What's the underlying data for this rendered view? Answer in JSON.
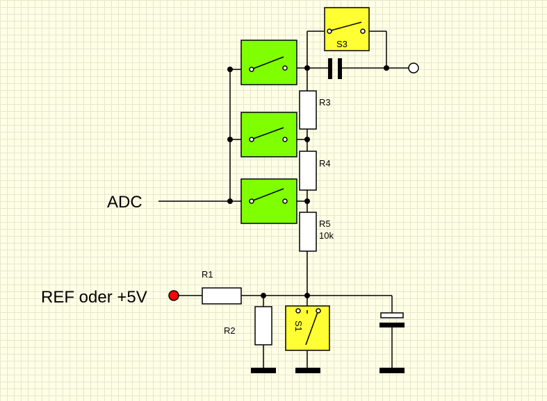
{
  "labels": {
    "adc": "ADC",
    "ref": "REF oder +5V",
    "r1": "R1",
    "r2": "R2",
    "r3": "R3",
    "r4": "R4",
    "r5": "R5",
    "r5_value": "10k",
    "s1": "S1",
    "s3": "S3"
  },
  "colors": {
    "switch_green": "#80ff00",
    "switch_yellow": "#ffff33",
    "ref_input": "#ff0000"
  }
}
